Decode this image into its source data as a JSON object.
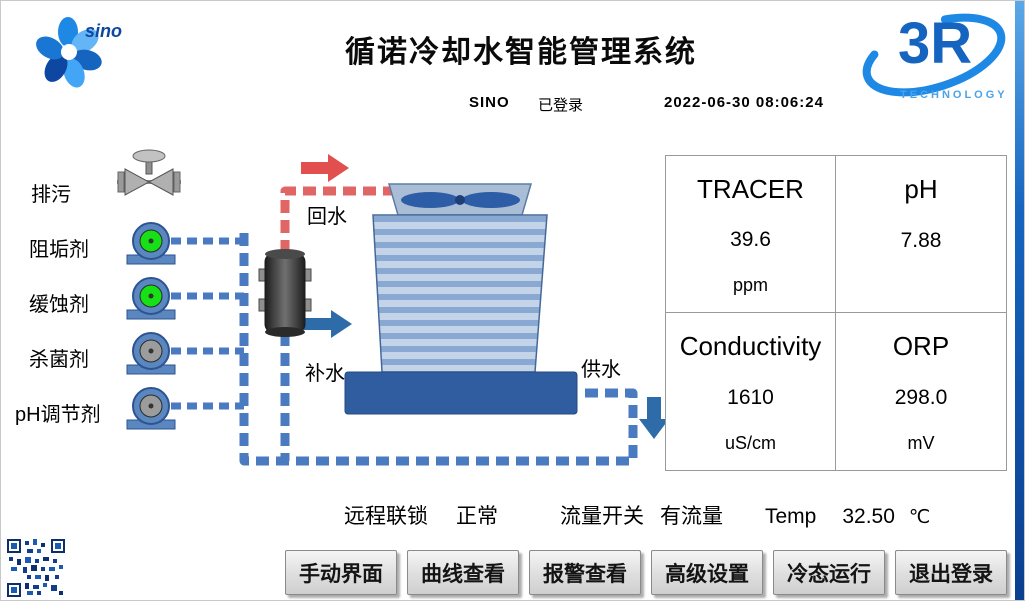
{
  "header": {
    "title": "循诺冷却水智能管理系统",
    "user": "SINO",
    "login_status": "已登录",
    "datetime": "2022-06-30 08:06:24",
    "sino_logo_text": "sino",
    "r3_logo_text": "3R",
    "r3_logo_subtext": "TECHNOLOGY"
  },
  "diagram": {
    "device_labels": {
      "blowdown": "排污",
      "scale_inhibitor": "阻垢剂",
      "corrosion_inhibitor": "缓蚀剂",
      "biocide": "杀菌剂",
      "ph_regulator": "pH调节剂"
    },
    "flow_labels": {
      "return_water": "回水",
      "makeup_water": "补水",
      "supply_water": "供水"
    },
    "pump_states": [
      "on",
      "on",
      "off",
      "off"
    ],
    "colors": {
      "pipe_blue": "#4a7abf",
      "pipe_red": "#e06565",
      "pump_on": "#17e017",
      "pump_off": "#9c9c9c",
      "tower_basin": "#2f5d9f"
    }
  },
  "data_panel": {
    "cells": [
      {
        "name": "TRACER",
        "value": "39.6",
        "unit": "ppm"
      },
      {
        "name": "pH",
        "value": "7.88",
        "unit": ""
      },
      {
        "name": "Conductivity",
        "value": "1610",
        "unit": "uS/cm"
      },
      {
        "name": "ORP",
        "value": "298.0",
        "unit": "mV"
      }
    ]
  },
  "status_bar": {
    "interlock_label": "远程联锁",
    "interlock_value": "正常",
    "flow_label": "流量开关",
    "flow_value": "有流量",
    "temp_label": "Temp",
    "temp_value": "32.50",
    "temp_unit": "℃"
  },
  "buttons": [
    {
      "label": "手动界面"
    },
    {
      "label": "曲线查看"
    },
    {
      "label": "报警查看"
    },
    {
      "label": "高级设置"
    },
    {
      "label": "冷态运行"
    },
    {
      "label": "退出登录"
    }
  ]
}
